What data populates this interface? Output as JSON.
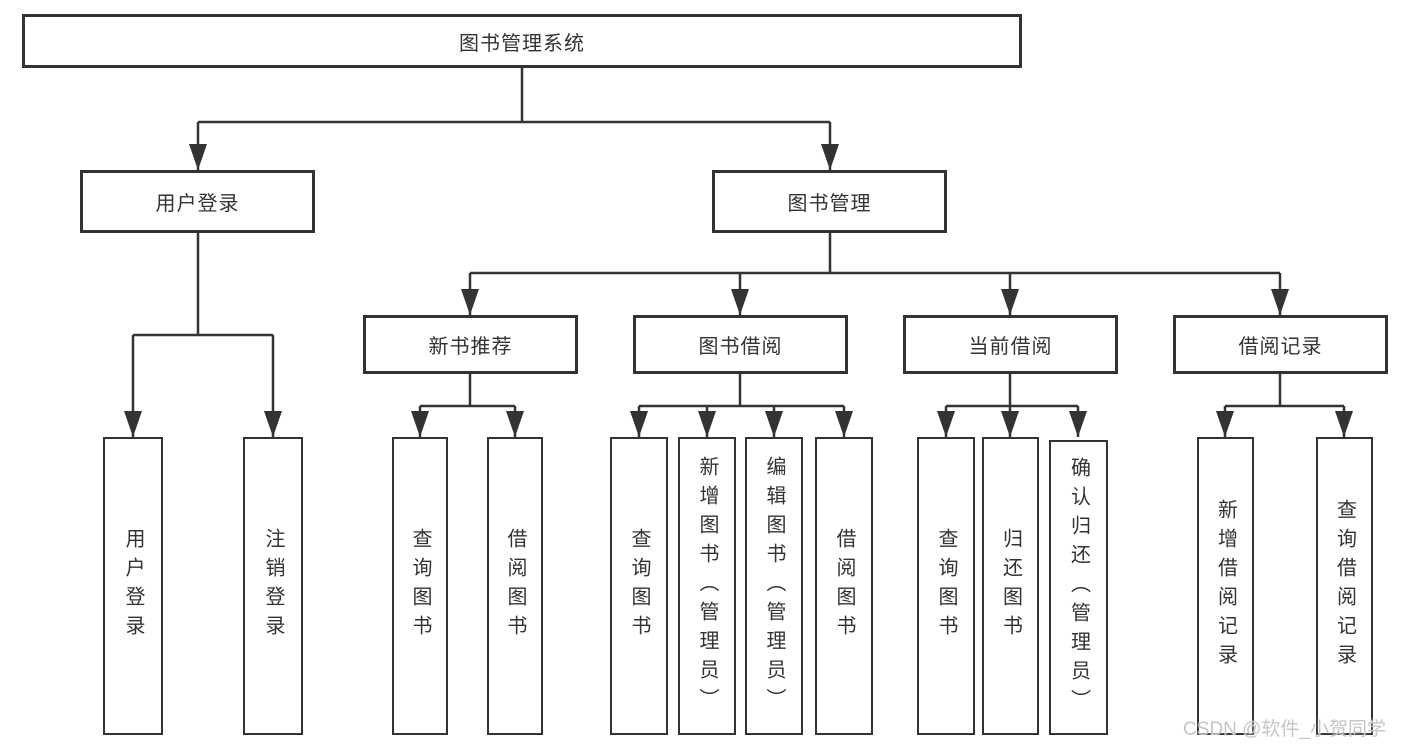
{
  "tree": {
    "root": "图书管理系统",
    "login": {
      "label": "用户登录",
      "leaves": [
        "用户登录",
        "注销登录"
      ]
    },
    "mgmt": {
      "label": "图书管理",
      "groups": [
        {
          "label": "新书推荐",
          "leaves": [
            "查询图书",
            "借阅图书"
          ]
        },
        {
          "label": "图书借阅",
          "leaves": [
            "查询图书",
            "新增图书（管理员）",
            "编辑图书（管理员）",
            "借阅图书"
          ]
        },
        {
          "label": "当前借阅",
          "leaves": [
            "查询图书",
            "归还图书",
            "确认归还（管理员）"
          ]
        },
        {
          "label": "借阅记录",
          "leaves": [
            "新增借阅记录",
            "查询借阅记录"
          ]
        }
      ]
    }
  },
  "watermark": "CSDN @软件_小贺同学",
  "colors": {
    "line": "#333333",
    "text": "#333333",
    "bg": "#ffffff",
    "watermark": "#c6c6c6"
  }
}
